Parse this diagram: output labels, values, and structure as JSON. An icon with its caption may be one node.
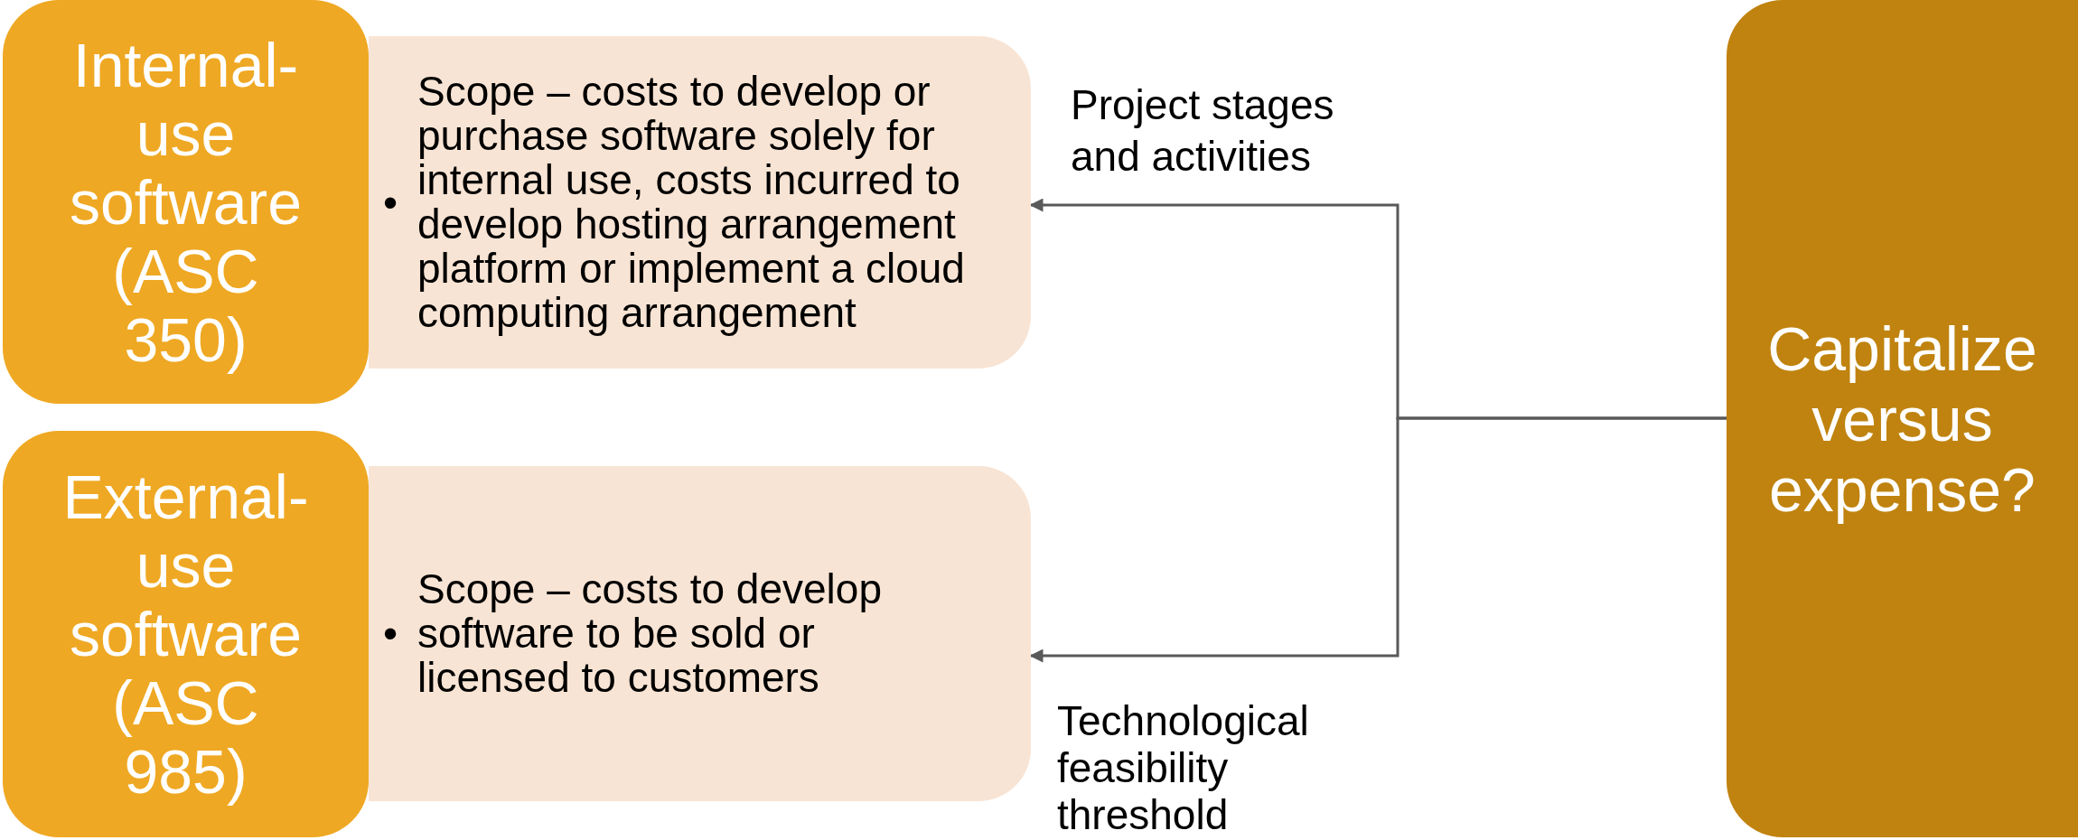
{
  "diagram": {
    "nodes": [
      {
        "text": [
          "Internal-use software (ASC 350)"
        ]
      },
      {
        "text": [
          "•",
          "Scope – costs to develop or purchase software solely for internal use, costs incurred to develop hosting arrangement platform or implement a cloud computing arrangement"
        ]
      },
      {
        "text": [
          "External-use software (ASC 985)"
        ]
      },
      {
        "text": [
          "•",
          "Scope – costs to develop software to be sold or licensed to customers"
        ]
      },
      {
        "text": [
          "Capitalize versus expense?"
        ]
      }
    ],
    "edges": [
      {
        "from": 4,
        "to": 1,
        "arrow": "to",
        "label": "Project stages and activities"
      },
      {
        "from": 4,
        "to": 3,
        "arrow": "to",
        "label": "Technological feasibility threshold"
      }
    ]
  }
}
